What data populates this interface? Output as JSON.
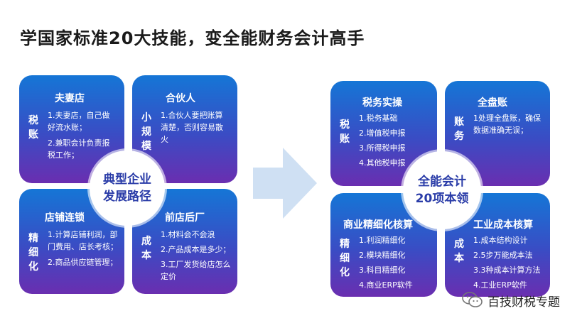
{
  "title": "学国家标准20大技能，变全能财务会计高手",
  "left_group": {
    "center": [
      "典型企业",
      "发展路径"
    ],
    "cards": [
      {
        "title": "夫妻店",
        "side": "税账",
        "items": [
          "1.夫妻店，自己做好流水账；",
          "2.兼职会计负责报税工作；"
        ]
      },
      {
        "title": "合伙人",
        "side": "小规模",
        "items": [
          "1.合伙人要把账算清楚，否则容易散火"
        ]
      },
      {
        "title": "店铺连锁",
        "side": "精细化",
        "items": [
          "1.计算店铺利润，部门费用、店长考核；",
          "2.商品供应链管理；"
        ]
      },
      {
        "title": "前店后厂",
        "side": "成本",
        "items": [
          "1.材料会不会浪",
          "2.产品成本是多少；",
          "3.工厂发货给店怎么定价"
        ]
      }
    ]
  },
  "right_group": {
    "center": [
      "全能会计",
      "20项本领"
    ],
    "cards": [
      {
        "title": "税务实操",
        "side": "税账",
        "items": [
          "1.税务基础",
          "2.增值税申报",
          "3.所得税申报",
          "4.其他税申报"
        ]
      },
      {
        "title": "全盘账",
        "side": "账务",
        "items": [
          "1处理全盘账，确保数据准确无误；"
        ]
      },
      {
        "title": "商业精细化核算",
        "side": "精细化",
        "items": [
          "1.利润精细化",
          "2.模块精细化",
          "3.科目精细化",
          "4.商业ERP软件"
        ]
      },
      {
        "title": "工业成本核算",
        "side": "成本",
        "items": [
          "1.成本结构设计",
          "2.5步万能成本法",
          "3.3种成本计算方法",
          "4.工业ERP软件"
        ]
      }
    ]
  },
  "watermark": {
    "text": "百技财税专题",
    "icon": "wechat-icon"
  },
  "colors": {
    "card_top": "#1576d6",
    "card_bottom": "#6a2eb0",
    "arrow": "#cfe0f3",
    "center_text": "#2a3ca8"
  }
}
